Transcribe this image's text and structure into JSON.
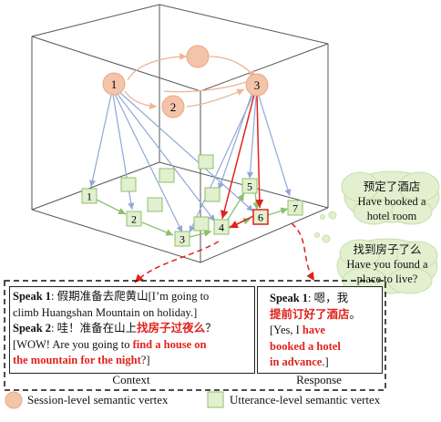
{
  "session_vertices": [
    {
      "id": "s1",
      "label": "1"
    },
    {
      "id": "s2",
      "label": "2"
    },
    {
      "id": "s3",
      "label": "3"
    },
    {
      "id": "s-top",
      "label": ""
    }
  ],
  "utterance_vertices": [
    {
      "id": "u1",
      "label": "1"
    },
    {
      "id": "u2",
      "label": "2"
    },
    {
      "id": "u3",
      "label": "3"
    },
    {
      "id": "u4",
      "label": "4"
    },
    {
      "id": "u5",
      "label": "5"
    },
    {
      "id": "u6",
      "label": "6"
    },
    {
      "id": "u7",
      "label": "7"
    }
  ],
  "bubbles": {
    "top": {
      "zh": "预定了酒店",
      "en_line1": "Have booked a",
      "en_line2": "hotel room"
    },
    "bottom": {
      "zh": "找到房子了么",
      "en_line1": "Have you found a",
      "en_line2": "place to live?"
    }
  },
  "context": {
    "speaker1": "Speak 1",
    "line1_zh": ": 假期准备去爬黄山[I’m going to",
    "line1_en": "climb Huangshan Mountain on holiday.]",
    "speaker2": "Speak 2",
    "line2_zh_pre": ": 哇！准备在山上",
    "line2_zh_red": "找房子过夜么",
    "line2_zh_post": "？",
    "line2_en_pre": "[WOW! Are you going to ",
    "line2_en_red1": "find a house on",
    "line2_en_red2": "the mountain for the night",
    "line2_en_post": "?]",
    "caption": "Context"
  },
  "response": {
    "speaker": "Speak 1",
    "zh_pre": ": 嗯，我",
    "zh_red": "提前订好了酒店",
    "zh_post": "。",
    "en_pre": "[Yes, I ",
    "en_red1": "have",
    "en_red2": "booked a hotel",
    "en_red3": "in advance",
    "en_post": ".]",
    "caption": "Response"
  },
  "legend": {
    "session": "Session-level semantic vertex",
    "utterance": "Utterance-level semantic vertex"
  },
  "colors": {
    "session_fill": "#f3c4a9",
    "session_stroke": "#e8a882",
    "utter_fill": "#e2f0cf",
    "utter_stroke": "#8cc06a",
    "blue_edge": "#8ea8d8",
    "green_edge": "#8cc06a",
    "red_edge": "#e0221c",
    "bubble_fill": "#e2f0cf"
  }
}
